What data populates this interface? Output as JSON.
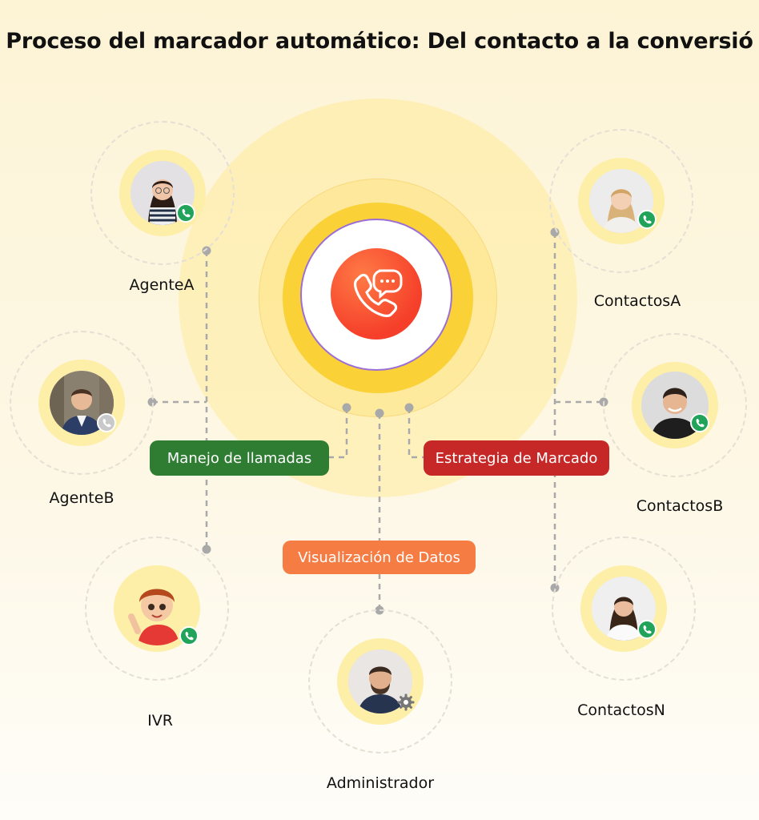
{
  "title": "Proceso del marcador automático: Del contacto a la conversió",
  "nodes": {
    "agente_a": "AgenteA",
    "agente_b": "AgenteB",
    "ivr": "IVR",
    "administrador": "Administrador",
    "contactos_a": "ContactosA",
    "contactos_b": "ContactosB",
    "contactos_n": "ContactosN"
  },
  "modules": {
    "manejo": {
      "label": "Manejo de llamadas",
      "color": "#2e7d32"
    },
    "estrategia": {
      "label": "Estrategia de Marcado",
      "color": "#c62828"
    },
    "visualizacion": {
      "label": "Visualización de Datos",
      "color": "#f57c42"
    }
  },
  "icons": {
    "hub": "phone-chat-icon",
    "call_badge": "phone-icon",
    "admin_badge": "gear-icon"
  },
  "colors": {
    "hub": "#f53f2a",
    "badge": "#21a35a",
    "connector": "#a9a9a9"
  }
}
